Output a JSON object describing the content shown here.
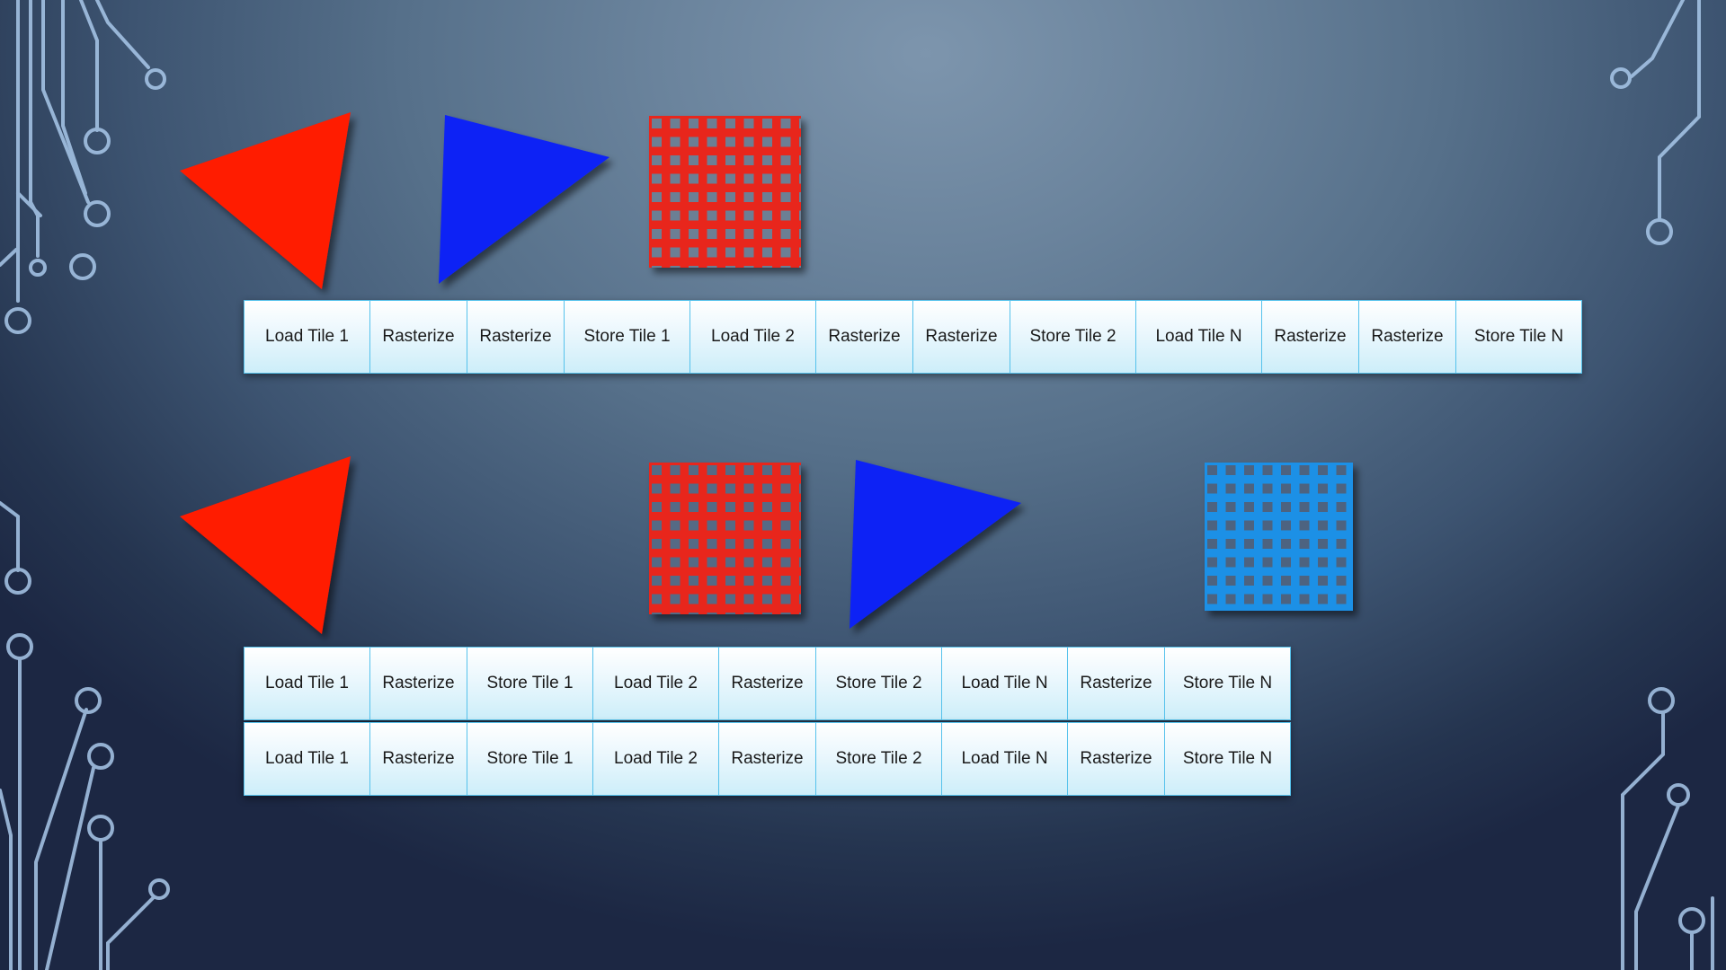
{
  "colors": {
    "triangle_red": "#ff1a00",
    "triangle_blue": "#0a22f5",
    "grid_red": "#e8271b",
    "grid_blue": "#1e90e6",
    "cell_border": "#56c2ec",
    "circuit_line": "#9fbfe6"
  },
  "icons": {
    "triangle_red": "red-triangle-icon",
    "triangle_blue": "blue-triangle-icon",
    "grid_red": "red-tile-grid-icon",
    "grid_blue": "blue-tile-grid-icon"
  },
  "sequential_pipeline": {
    "cells": [
      "Load Tile 1",
      "Rasterize",
      "Rasterize",
      "Store Tile 1",
      "Load Tile 2",
      "Rasterize",
      "Rasterize",
      "Store Tile 2",
      "Load Tile N",
      "Rasterize",
      "Rasterize",
      "Store Tile N"
    ]
  },
  "parallel_pipeline": {
    "row_a": [
      "Load Tile 1",
      "Rasterize",
      "Store Tile 1",
      "Load Tile 2",
      "Rasterize",
      "Store Tile 2",
      "Load Tile N",
      "Rasterize",
      "Store Tile N"
    ],
    "row_b": [
      "Load Tile 1",
      "Rasterize",
      "Store Tile 1",
      "Load Tile 2",
      "Rasterize",
      "Store Tile 2",
      "Load Tile N",
      "Rasterize",
      "Store Tile N"
    ]
  }
}
